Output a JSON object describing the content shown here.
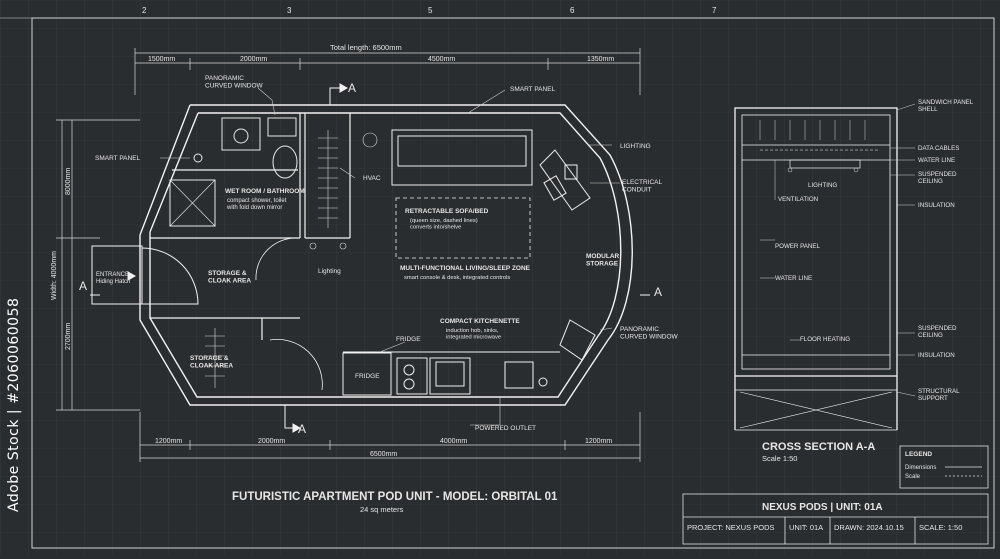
{
  "title": "FUTURISTIC APARTMENT POD UNIT - MODEL: ORBITAL 01",
  "subtitle": "24 sq meters",
  "watermark": "Adobe Stock | #2060060058",
  "grid_numbers": [
    "2",
    "3",
    "5",
    "6",
    "7"
  ],
  "plan": {
    "total_length": "Total length: 6500mm",
    "top_dims": [
      "1500mm",
      "2000mm",
      "4500mm",
      "1350mm"
    ],
    "bottom_dims": [
      "1200mm",
      "2000mm",
      "4000mm",
      "1200mm"
    ],
    "bottom_total": "6500mm",
    "left_dims": [
      "8000mm",
      "Width: 4000mm",
      "2700mm"
    ],
    "section_marks": [
      "A",
      "A",
      "A",
      "A"
    ],
    "labels": {
      "panoramic_top": "PANORAMIC\nCURVED WINDOW",
      "smart_panel_left": "SMART PANEL",
      "smart_panel_top": "SMART PANEL",
      "wet_room": "WET ROOM / BATHROOM",
      "wet_room_desc": "compact shower, toilet\nwith fold down mirror",
      "hvac": "HVAC",
      "lighting_right": "LIGHTING",
      "electrical": "ELECTRICAL\nCONDUIT",
      "sofa": "RETRACTABLE SOFA/BED",
      "sofa_desc": "(queen size, dashed lines)\nconverts into/shelve",
      "living": "MULTI-FUNCTIONAL LIVING/SLEEP ZONE",
      "living_desc": "smart console & desk, integrated controls",
      "modular": "MODULAR\nSTORAGE",
      "entrance": "ENTRANCE\nHiding Hatch",
      "storage1": "STORAGE &\nCLOAK AREA",
      "storage2": "STORAGE &\nCLOAK AREA",
      "lighting_center": "Lighting",
      "kitchen": "COMPACT KITCHENETTE",
      "kitchen_desc": "induction hob, sinks,\nintegrated microwave",
      "fridge_top": "FRIDGE",
      "fridge_box": "FRIDGE",
      "panoramic_right": "PANORAMIC\nCURVED WINDOW",
      "power_outlet": "POWERED OUTLET"
    }
  },
  "section": {
    "title": "CROSS SECTION A-A",
    "scale": "Scale 1:50",
    "inner_labels": [
      "LIGHTING",
      "VENTILATION",
      "POWER PANEL",
      "WATER LINE",
      "FLOOR HEATING"
    ],
    "side_labels": [
      "SANDWICH PANEL\nSHELL",
      "DATA CABLES",
      "WATER LINE",
      "SUSPENDED\nCEILING",
      "INSULATION",
      "SUSPENDED\nCEILING",
      "INSULATION",
      "STRUCTURAL\nSUPPORT"
    ]
  },
  "legend": {
    "title": "LEGEND",
    "rows": [
      "Dimensions",
      "Scale"
    ]
  },
  "title_block": {
    "company": "NEXUS PODS | UNIT: 01A",
    "project": "PROJECT: NEXUS PODS",
    "unit": "UNIT: 01A",
    "drawn": "DRAWN: 2024.10.15",
    "scale": "SCALE: 1:50"
  }
}
